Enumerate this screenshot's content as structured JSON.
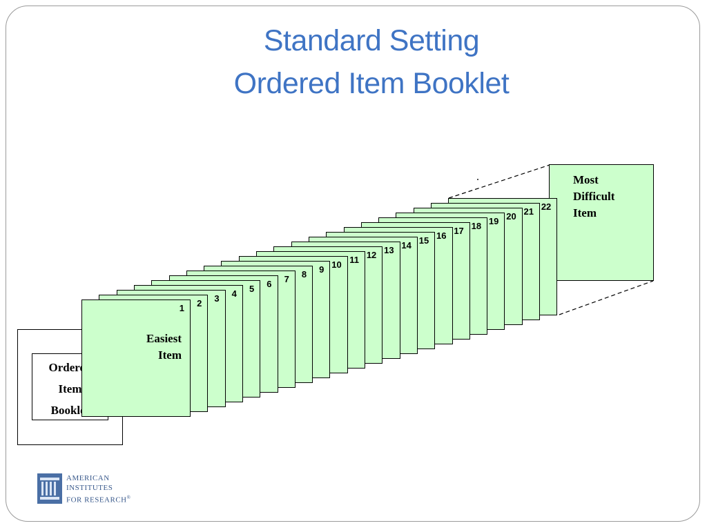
{
  "title": {
    "line1": "Standard Setting",
    "line2": "Ordered Item Booklet"
  },
  "booklet_cover": {
    "line1": "Ordered",
    "line2": "Item",
    "line3": "Booklet"
  },
  "pages": [
    "1",
    "2",
    "3",
    "4",
    "5",
    "6",
    "7",
    "8",
    "9",
    "10",
    "11",
    "12",
    "13",
    "14",
    "15",
    "16",
    "17",
    "18",
    "19",
    "20",
    "21",
    "22"
  ],
  "easiest": {
    "line1": "Easiest",
    "line2": "Item"
  },
  "most_difficult": {
    "line1": "Most",
    "line2": "Difficult",
    "line3": "Item"
  },
  "dot": ".",
  "logo": {
    "line1": "AMERICAN",
    "line2": "INSTITUTES",
    "line3": "FOR RESEARCH",
    "mark": "®"
  },
  "colors": {
    "title": "#3f74c4",
    "page_fill": "#ccffcc",
    "logo": "#3a5a8c"
  }
}
